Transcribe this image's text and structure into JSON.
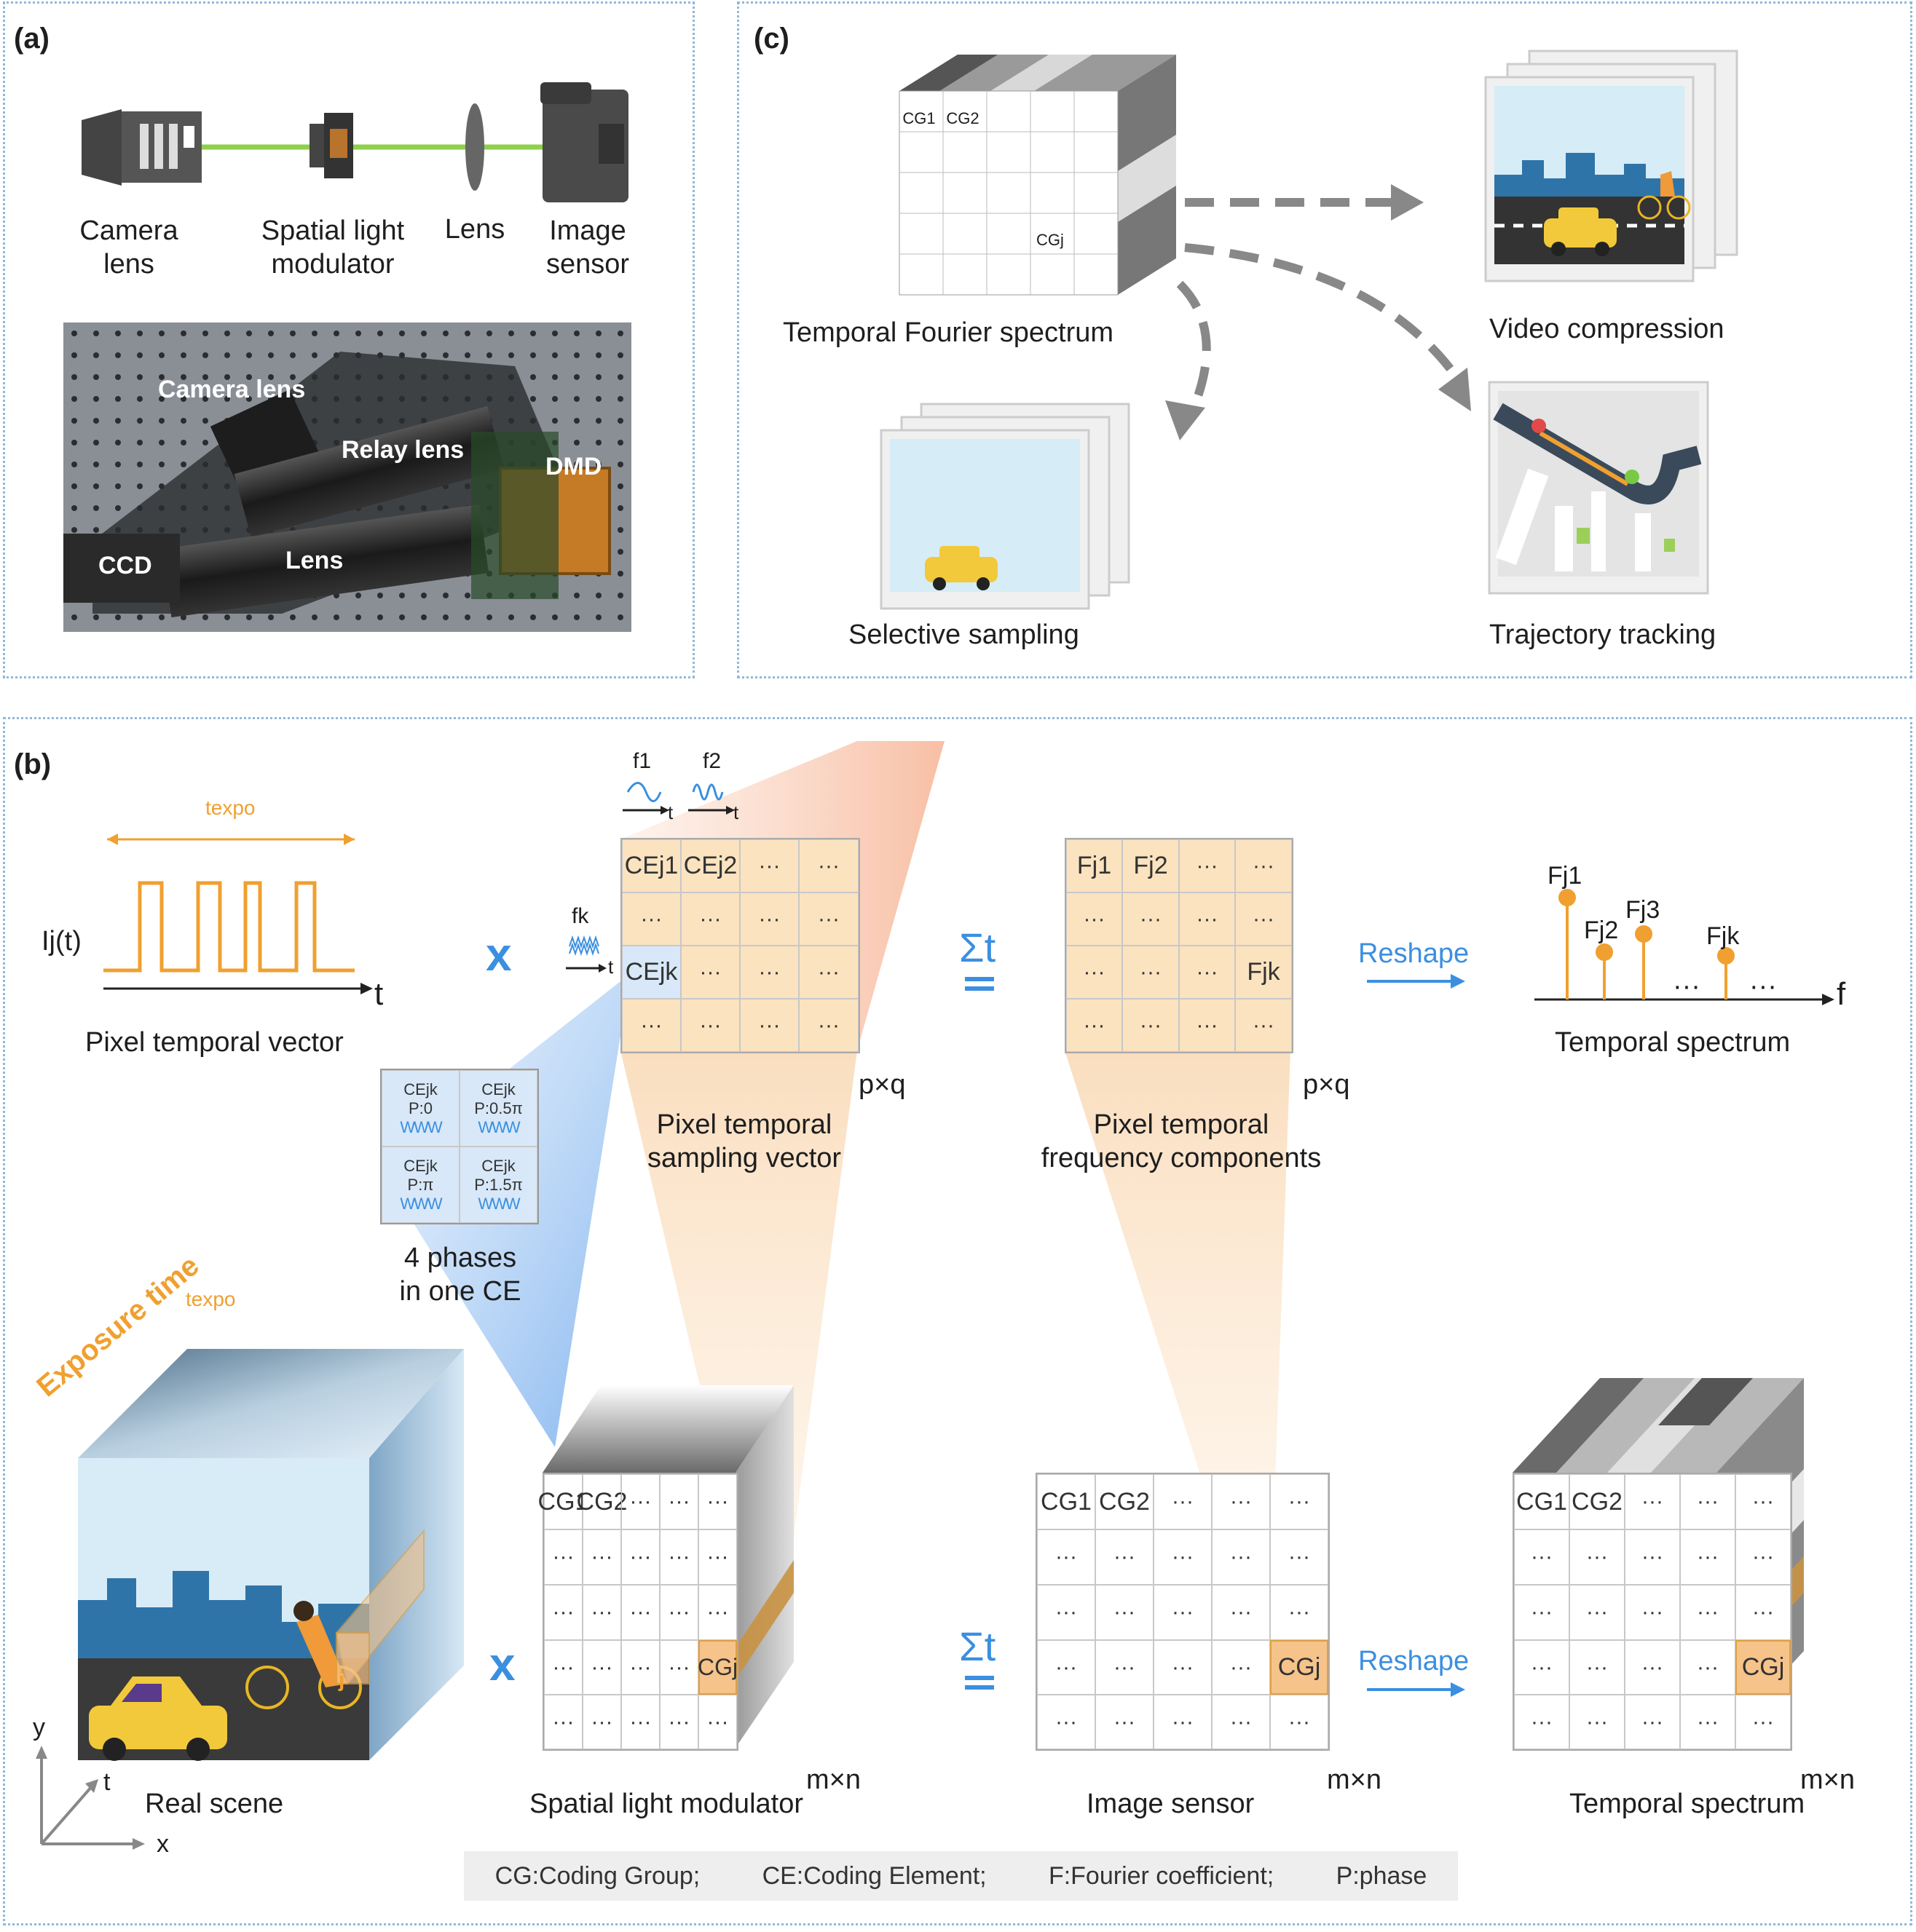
{
  "panel_a": {
    "label": "(a)",
    "components": [
      "Camera\nlens",
      "Spatial light\nmodulator",
      "Lens",
      "Image\nsensor"
    ],
    "photo_labels": {
      "camera_lens": "Camera lens",
      "relay_lens": "Relay lens",
      "dmd": "DMD",
      "ccd": "CCD",
      "lens": "Lens"
    }
  },
  "panel_c": {
    "label": "(c)",
    "cube_cells": {
      "cg1": "CG1",
      "cg2": "CG2",
      "cgj": "CGj",
      "dots": "···"
    },
    "source": "Temporal Fourier spectrum",
    "outputs": {
      "video": "Video compression",
      "selective": "Selective sampling",
      "trajectory": "Trajectory tracking"
    }
  },
  "panel_b": {
    "label": "(b)",
    "texpo": "texpo",
    "signal_label": "Ij(t)",
    "t_axis": "t",
    "pixel_temporal_vector": "Pixel temporal vector",
    "multiply": "x",
    "sum": "Σt",
    "reshape": "Reshape",
    "f1": "f1",
    "f2": "f2",
    "fk": "fk",
    "sampling_vector": "Pixel temporal\nsampling vector",
    "pxq": "p×q",
    "ce_cells": [
      "CEj1",
      "CEj2",
      "CEjk"
    ],
    "phases": [
      {
        "ce": "CEjk",
        "p": "P:0"
      },
      {
        "ce": "CEjk",
        "p": "P:0.5π"
      },
      {
        "ce": "CEjk",
        "p": "P:π"
      },
      {
        "ce": "CEjk",
        "p": "P:1.5π"
      }
    ],
    "phases_caption": "4 phases\nin one CE",
    "freq_cells": [
      "Fj1",
      "Fj2",
      "Fjk"
    ],
    "freq_components": "Pixel temporal\nfrequency components",
    "spectrum": {
      "stems": [
        "Fj1",
        "Fj2",
        "Fj3",
        "Fjk"
      ],
      "f_axis": "f",
      "caption": "Temporal spectrum"
    },
    "exposure_time": "Exposure time",
    "texpo2": "texpo",
    "j_mark": "j",
    "axes": {
      "y": "y",
      "t": "t",
      "x": "x"
    },
    "real_scene": "Real scene",
    "slm": "Spatial light modulator",
    "image_sensor": "Image sensor",
    "temporal_spectrum": "Temporal spectrum",
    "mxn": "m×n",
    "grid": {
      "cg1": "CG1",
      "cg2": "CG2",
      "cgj": "CGj",
      "dots": "···"
    },
    "legend": [
      "CG:Coding Group;",
      "CE:Coding Element;",
      "F:Fourier coefficient;",
      "P:phase"
    ]
  },
  "colors": {
    "accent_blue": "#3b8fe0",
    "accent_orange": "#f0a030",
    "cell_orange": "#fbe3c0",
    "cell_blue": "#d8e8f8",
    "border": "#8fb8dc"
  }
}
